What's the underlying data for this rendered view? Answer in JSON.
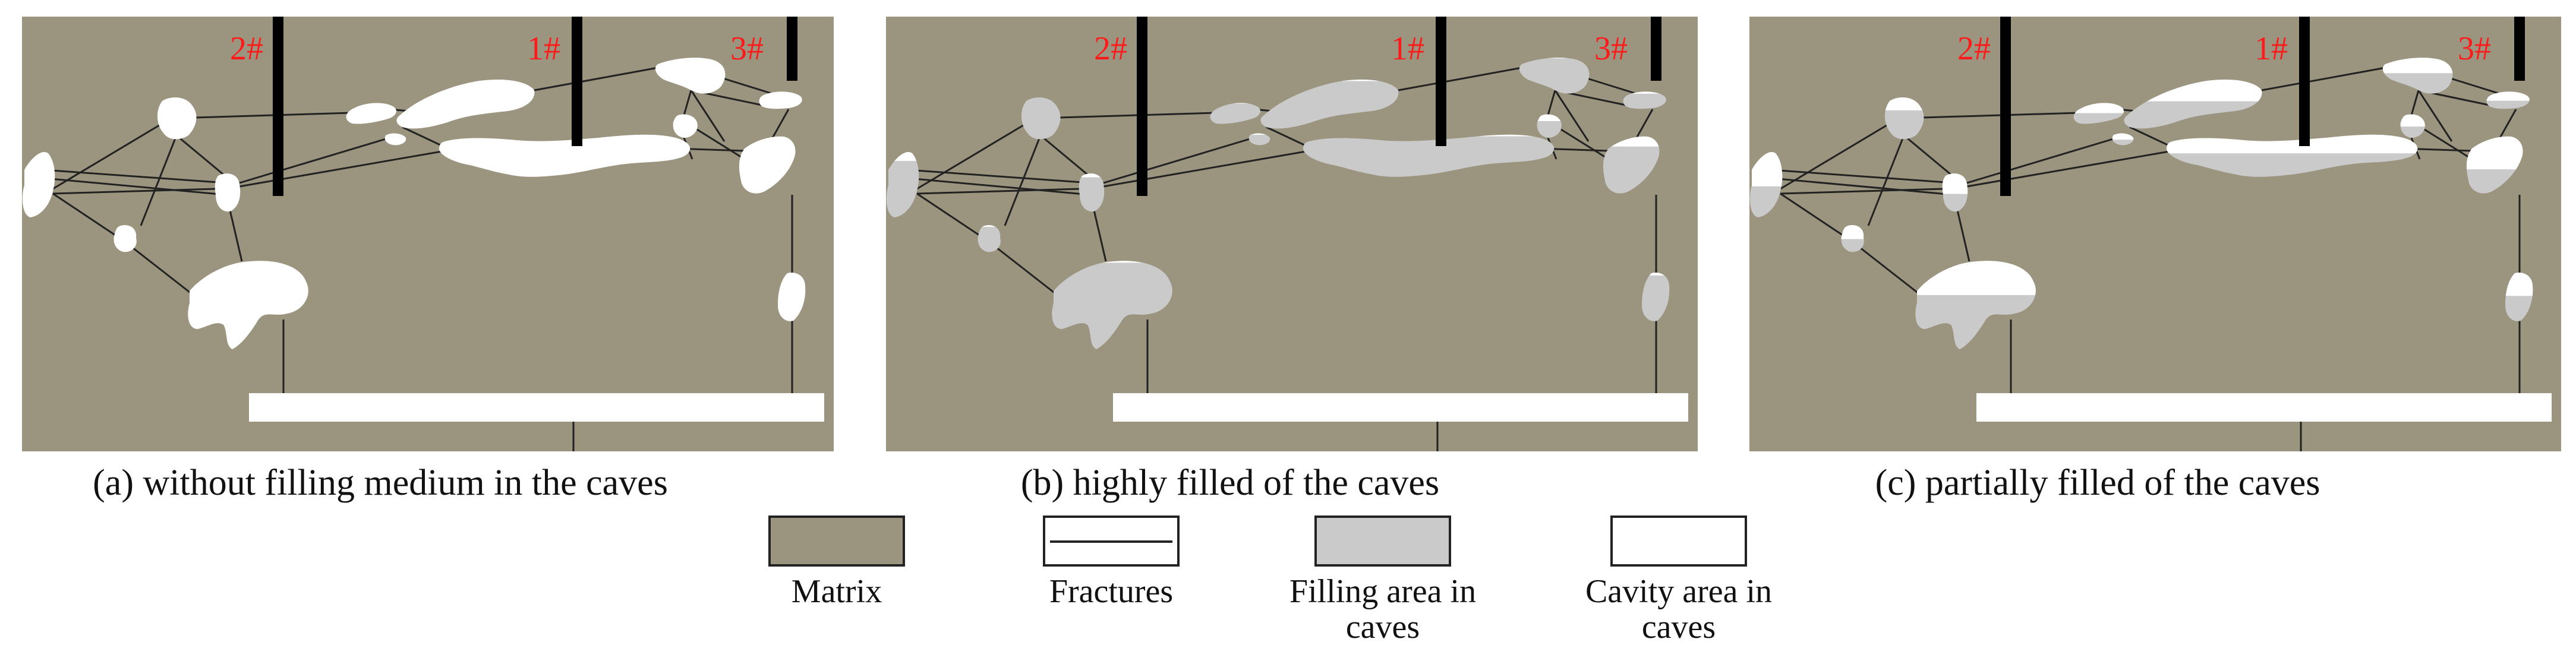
{
  "colors": {
    "matrix": "#9b9580",
    "filling": "#cacaca",
    "cavity": "#ffffff",
    "well": "#000000",
    "well_label": "#ff1a1a",
    "fracture": "#222222"
  },
  "panels": [
    {
      "id": "a",
      "caption": "(a) without filling medium in the caves",
      "fill_mode": "none",
      "wells": [
        "2#",
        "1#",
        "3#"
      ]
    },
    {
      "id": "b",
      "caption": "(b) highly filled of the caves",
      "fill_mode": "high",
      "wells": [
        "2#",
        "1#",
        "3#"
      ]
    },
    {
      "id": "c",
      "caption": "(c) partially filled of the caves",
      "fill_mode": "partial",
      "wells": [
        "2#",
        "1#",
        "3#"
      ]
    }
  ],
  "legend": [
    {
      "key": "matrix",
      "label": "Matrix"
    },
    {
      "key": "fractures",
      "label": "Fractures"
    },
    {
      "key": "filling",
      "label": "Filling area in caves"
    },
    {
      "key": "cavity",
      "label": "Cavity area in caves"
    }
  ]
}
